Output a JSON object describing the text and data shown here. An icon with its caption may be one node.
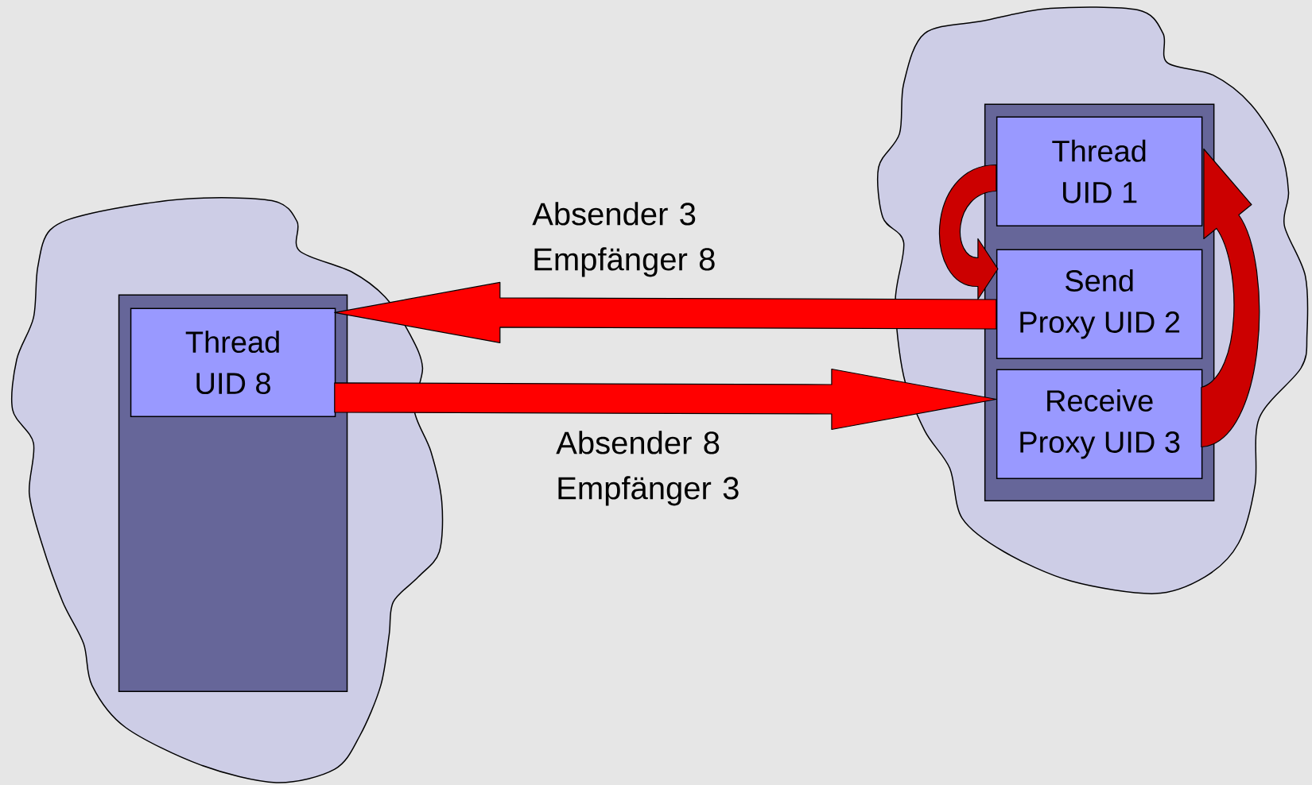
{
  "diagram": {
    "nodes": [
      {
        "text": [],
        "shape": "cloud"
      },
      {
        "text": [],
        "shape": "box",
        "in": 0
      },
      {
        "text": [
          "Thread UID 8"
        ],
        "in": 1
      },
      {
        "text": [],
        "shape": "cloud"
      },
      {
        "text": [],
        "shape": "box",
        "in": 3
      },
      {
        "text": [
          "Thread UID 1"
        ],
        "in": 4
      },
      {
        "text": [
          "Send Proxy UID 2"
        ],
        "in": 4
      },
      {
        "text": [
          "Receive Proxy UID 3"
        ],
        "in": 4
      }
    ],
    "edges": [
      {
        "from": 6,
        "to": 2,
        "arrow": "to",
        "label": "Absender 3 Empfänger 8"
      },
      {
        "from": 2,
        "to": 7,
        "arrow": "to",
        "label": "Absender 8 Empfänger 3"
      },
      {
        "from": 5,
        "to": 6,
        "arrow": "to",
        "color": "#cc0000"
      },
      {
        "from": 7,
        "to": 5,
        "arrow": "to",
        "color": "#cc0000"
      }
    ]
  }
}
